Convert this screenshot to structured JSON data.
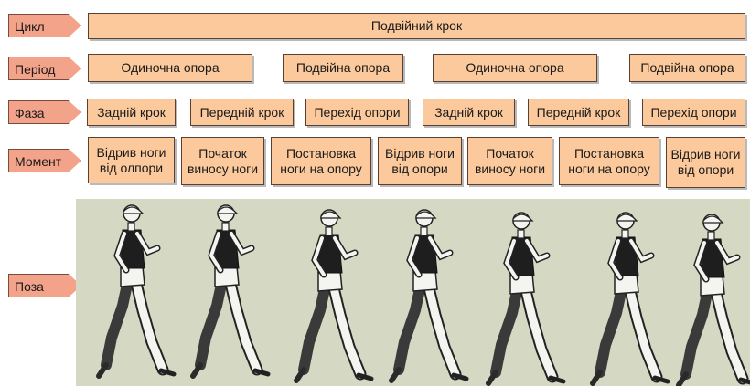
{
  "labels": {
    "cycle": "Цикл",
    "period": "Період",
    "phase": "Фаза",
    "moment": "Момент",
    "pose": "Поза"
  },
  "cycle": {
    "value": "Подвійний крок"
  },
  "periods": [
    "Одиночна опора",
    "Подвійна опора",
    "Одиночна опора",
    "Подвійна опора"
  ],
  "phases": [
    "Задній крок",
    "Передній крок",
    "Перехід опори",
    "Задній крок",
    "Передній крок",
    "Перехід опори"
  ],
  "moments": [
    {
      "line1": "Відрив ноги",
      "line2": "від олпори"
    },
    {
      "line1": "Початок",
      "line2": "виносу ноги"
    },
    {
      "line1": "Постановка",
      "line2": "ноги на опору"
    },
    {
      "line1": "Відрив ноги",
      "line2": "від опори"
    },
    {
      "line1": "Початок",
      "line2": "виносу ноги"
    },
    {
      "line1": "Постановка",
      "line2": "ноги на опору"
    },
    {
      "line1": "Відрив ноги",
      "line2": "від опори"
    }
  ],
  "colors": {
    "label_fill": "#f4a38b",
    "box_fill": "#fbc99b",
    "pose_background": "#d5d8c2"
  }
}
